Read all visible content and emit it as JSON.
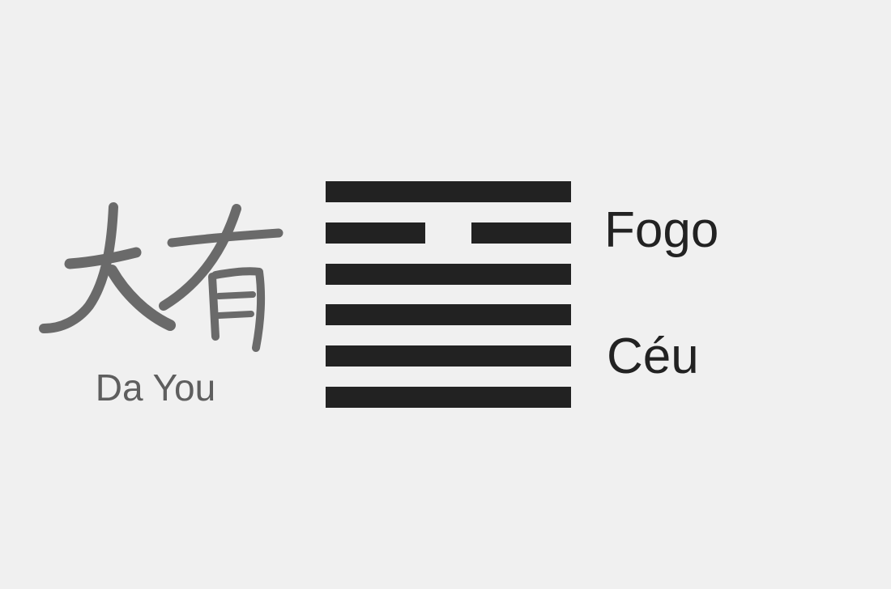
{
  "hexagram": {
    "chinese_name": "大有",
    "pinyin": "Da You",
    "lines_top_to_bottom": [
      "solid",
      "broken",
      "solid",
      "solid",
      "solid",
      "solid"
    ],
    "line_color": "#222222"
  },
  "trigrams": {
    "upper": "Fogo",
    "lower": "Céu"
  },
  "colors": {
    "background": "#f0f0f0",
    "calligraphy": "#6a6a6a",
    "pinyin_text": "#5e5e5e",
    "trigram_text": "#222222"
  }
}
